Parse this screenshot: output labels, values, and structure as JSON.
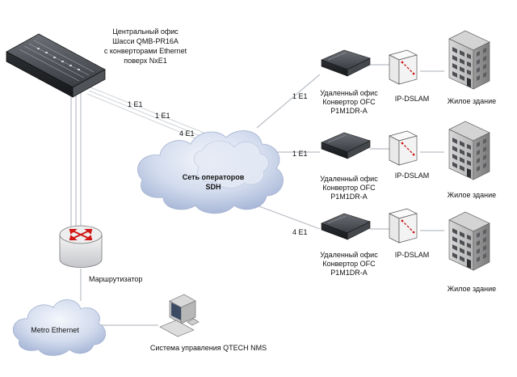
{
  "central_office": {
    "line1": "Центральный офис",
    "line2": "Шасси QMB-PR16A",
    "line3": "с конверторами Ethernet",
    "line4": "поверх NxE1"
  },
  "links": {
    "central_a": "1 E1",
    "central_b": "1 E1",
    "central_c": "4 E1",
    "remote_1": "1 E1",
    "remote_2": "1 E1",
    "remote_3": "4 E1"
  },
  "sdh_cloud": {
    "line1": "Сеть операторов",
    "line2": "SDH"
  },
  "router": {
    "label": "Маршрутизатор"
  },
  "metro_cloud": {
    "label": "Metro Ethernet"
  },
  "nms": {
    "label": "Система управления QTECH NMS"
  },
  "sites": [
    {
      "office_line1": "Удаленный офис",
      "office_line2": "Конвертор OFC",
      "office_line3": "P1M1DR-A",
      "dslam": "IP-DSLAM",
      "building": "Жилое здание"
    },
    {
      "office_line1": "Удаленный офис",
      "office_line2": "Конвертор OFC",
      "office_line3": "P1M1DR-A",
      "dslam": "IP-DSLAM",
      "building": "Жилое здание"
    },
    {
      "office_line1": "Удаленный офис",
      "office_line2": "Конвертор OFC",
      "office_line3": "P1M1DR-A",
      "dslam": "IP-DSLAM",
      "building": "Жилое здание"
    }
  ]
}
